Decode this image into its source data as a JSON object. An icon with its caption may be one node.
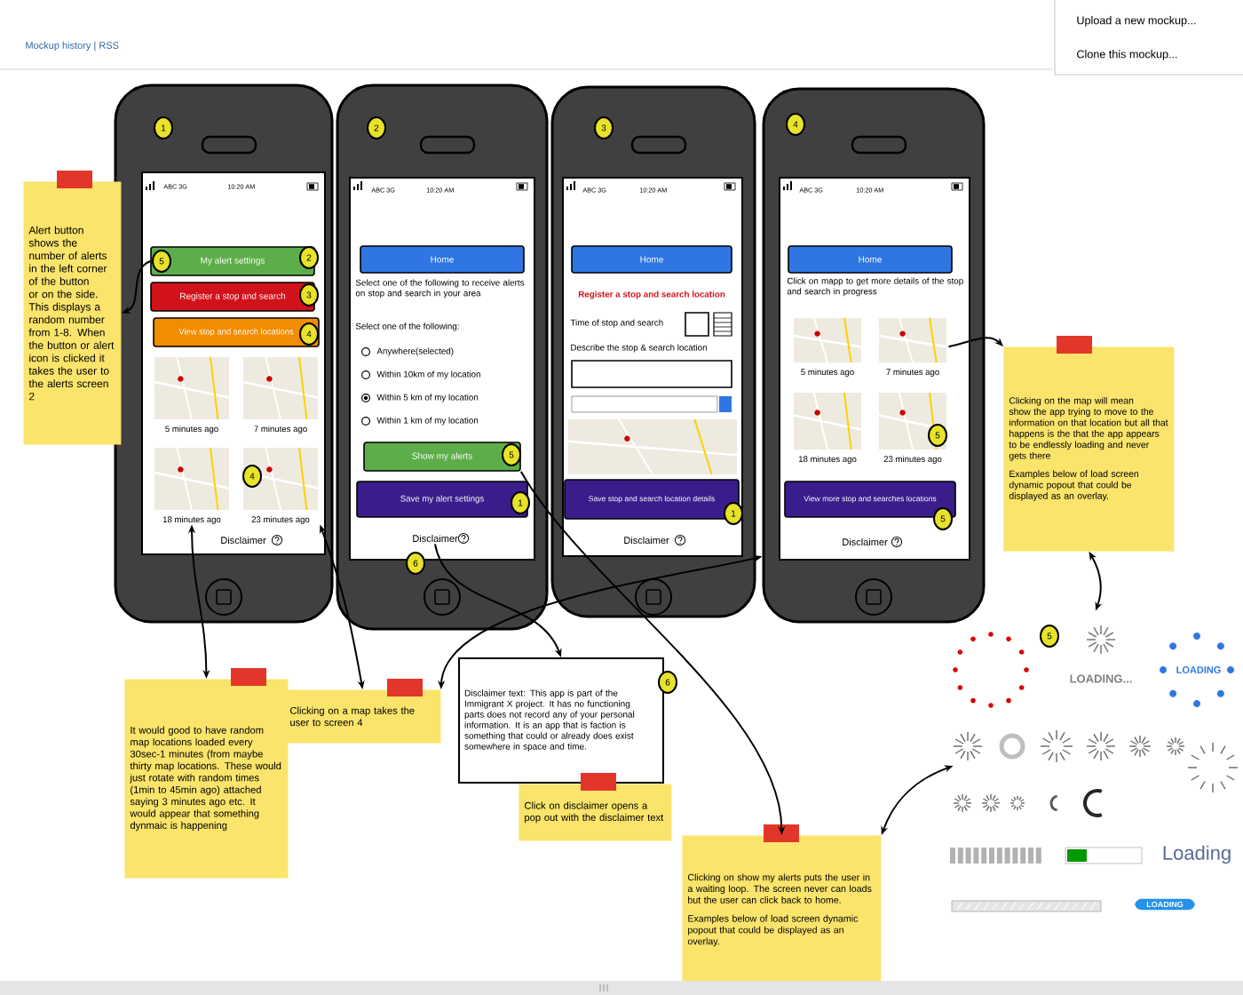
{
  "diagram": {
    "nodes": [
      {
        "text": [],
        "shape": "phone"
      },
      {
        "text": [
          "My alert settings"
        ],
        "in": 0
      },
      {
        "text": [
          "Register a stop and search"
        ],
        "in": 0
      },
      {
        "text": [
          "View stop and search locations"
        ],
        "in": 0
      },
      {
        "text": [
          "5 minutes ago"
        ],
        "in": 0
      },
      {
        "text": [
          "7 minutes ago"
        ],
        "in": 0
      },
      {
        "text": [
          "18 minutes ago"
        ],
        "in": 0
      },
      {
        "text": [
          "23 minutes ago"
        ],
        "in": 0
      },
      {
        "text": [],
        "shape": "phone"
      },
      {
        "text": [
          "Home"
        ],
        "in": 8
      },
      {
        "text": [
          "Show my alerts"
        ],
        "in": 8
      },
      {
        "text": [
          "Save my alert settings"
        ],
        "in": 8
      },
      {
        "text": [
          "Disclaimer"
        ],
        "in": 8
      },
      {
        "text": [],
        "shape": "phone"
      },
      {
        "text": [
          "Home"
        ],
        "in": 13
      },
      {
        "text": [
          "Save stop and search location details"
        ],
        "in": 13
      },
      {
        "text": [],
        "shape": "phone"
      },
      {
        "text": [
          "Home"
        ],
        "in": 16
      },
      {
        "text": [
          "5 minutes ago"
        ],
        "in": 16
      },
      {
        "text": [
          "7 minutes ago"
        ],
        "in": 16
      },
      {
        "text": [
          "18 minutes ago"
        ],
        "in": 16
      },
      {
        "text": [
          "23 minutes ago"
        ],
        "in": 16
      },
      {
        "text": [
          "View more stop and searches locations"
        ],
        "in": 16
      },
      {
        "text": [
          "Alert button shows the number of alerts in the left corner of the button or on the side. This displays a random number from 1-8. When the button or alert icon is clicked it takes the user to the alerts screen 2"
        ]
      },
      {
        "text": [
          "It would good to have random map locations loaded every 30sec-1 minutes (from maybe thirty map locations. These would just rotate with random times (1min to 45min ago) attached saying 3 minutes ago etc. It would appear that something dynmaic is happening"
        ]
      },
      {
        "text": [
          "Clicking on a map takes the user to screen 4"
        ]
      },
      {
        "text": [
          "Disclaimer text: This app is part of the Immigrant X project. It has no functioning parts does not record any of your personal information. It is an app that is faction is something that could or already does exist somewhere in space and time."
        ]
      },
      {
        "text": [
          "Click on disclaimer opens a pop out with the disclaimer text"
        ]
      },
      {
        "text": [
          "Clicking on show my alerts puts the user in a waiting loop. The screen never can loads but the user can click back to home.",
          "Examples below of load screen dynamic popout that could be displayed as an overlay."
        ]
      },
      {
        "text": [
          "Clicking on the map will mean show the app trying to move to the information on that location but all that happens is the that the app appears to be endlessly loading and never gets there",
          "Examples below of load screen dynamic popout that could be displayed as an overlay."
        ]
      },
      {
        "text": [
          "LOADING...",
          "LOADING",
          "Loading",
          "LOADING"
        ]
      }
    ],
    "edges": [
      {
        "from": 1,
        "to": 23,
        "arrow": "to"
      },
      {
        "from": 6,
        "to": 24,
        "arrow": "both"
      },
      {
        "from": 7,
        "to": 25,
        "arrow": "both"
      },
      {
        "from": 25,
        "to": 16,
        "arrow": "both"
      },
      {
        "from": 12,
        "to": 26,
        "arrow": "to"
      },
      {
        "from": 10,
        "to": 28,
        "arrow": "to"
      },
      {
        "from": 19,
        "to": 29,
        "arrow": "to"
      },
      {
        "from": 29,
        "to": 30,
        "arrow": "both"
      },
      {
        "from": 28,
        "to": 30,
        "arrow": "both"
      }
    ],
    "labels": [
      "Mockup history | RSS",
      "Upload a new mockup...",
      "Clone this mockup...",
      "1",
      "ABC 3G",
      "10:20 AM",
      "5",
      "2",
      "3",
      "4",
      "4",
      "Disclaimer",
      "2",
      "ABC 3G",
      "10:20 AM",
      "Select one of the following to receive alerts on stop and search in your area",
      "Select one of the following:",
      "Anywhere(selected)",
      "Within 10km of my location",
      "Within 5 km of my location",
      "Within 1 km of my location",
      "5",
      "1",
      "6",
      "3",
      "ABC 3G",
      "10:20 AM",
      "Register a stop and search location",
      "Time of stop and search",
      "Describe the stop & search location",
      "1",
      "Disclaimer",
      "4",
      "ABC 3G",
      "10:20 AM",
      "Click on mapp to get more details of the stop and search in progress",
      "5",
      "5",
      "Disclaimer",
      "6",
      "5"
    ]
  }
}
